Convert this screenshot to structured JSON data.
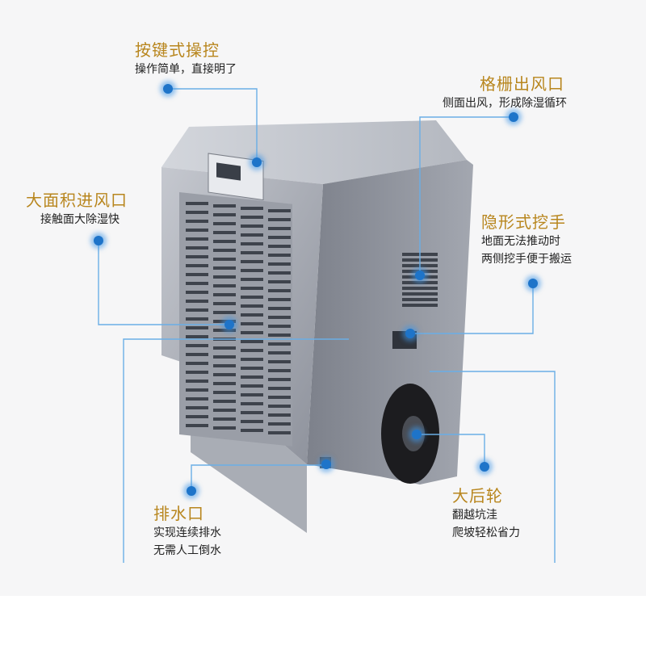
{
  "callouts": [
    {
      "title": "按键式操控",
      "lines": [
        "操作简单，直接明了"
      ]
    },
    {
      "title": "格栅出风口",
      "lines": [
        "侧面出风，形成除湿循环"
      ]
    },
    {
      "title": "大面积进风口",
      "lines": [
        "接触面大除湿快"
      ]
    },
    {
      "title": "隐形式挖手",
      "lines": [
        "地面无法推动时",
        "两侧挖手便于搬运"
      ]
    },
    {
      "title": "排水口",
      "lines": [
        "实现连续排水",
        "无需人工倒水"
      ]
    },
    {
      "title": "大后轮",
      "lines": [
        "翻越坑洼",
        "爬坡轻松省力"
      ]
    }
  ],
  "colors": {
    "title": "#b8861e",
    "dot": "#1e74c9",
    "line": "#6aaee6"
  }
}
